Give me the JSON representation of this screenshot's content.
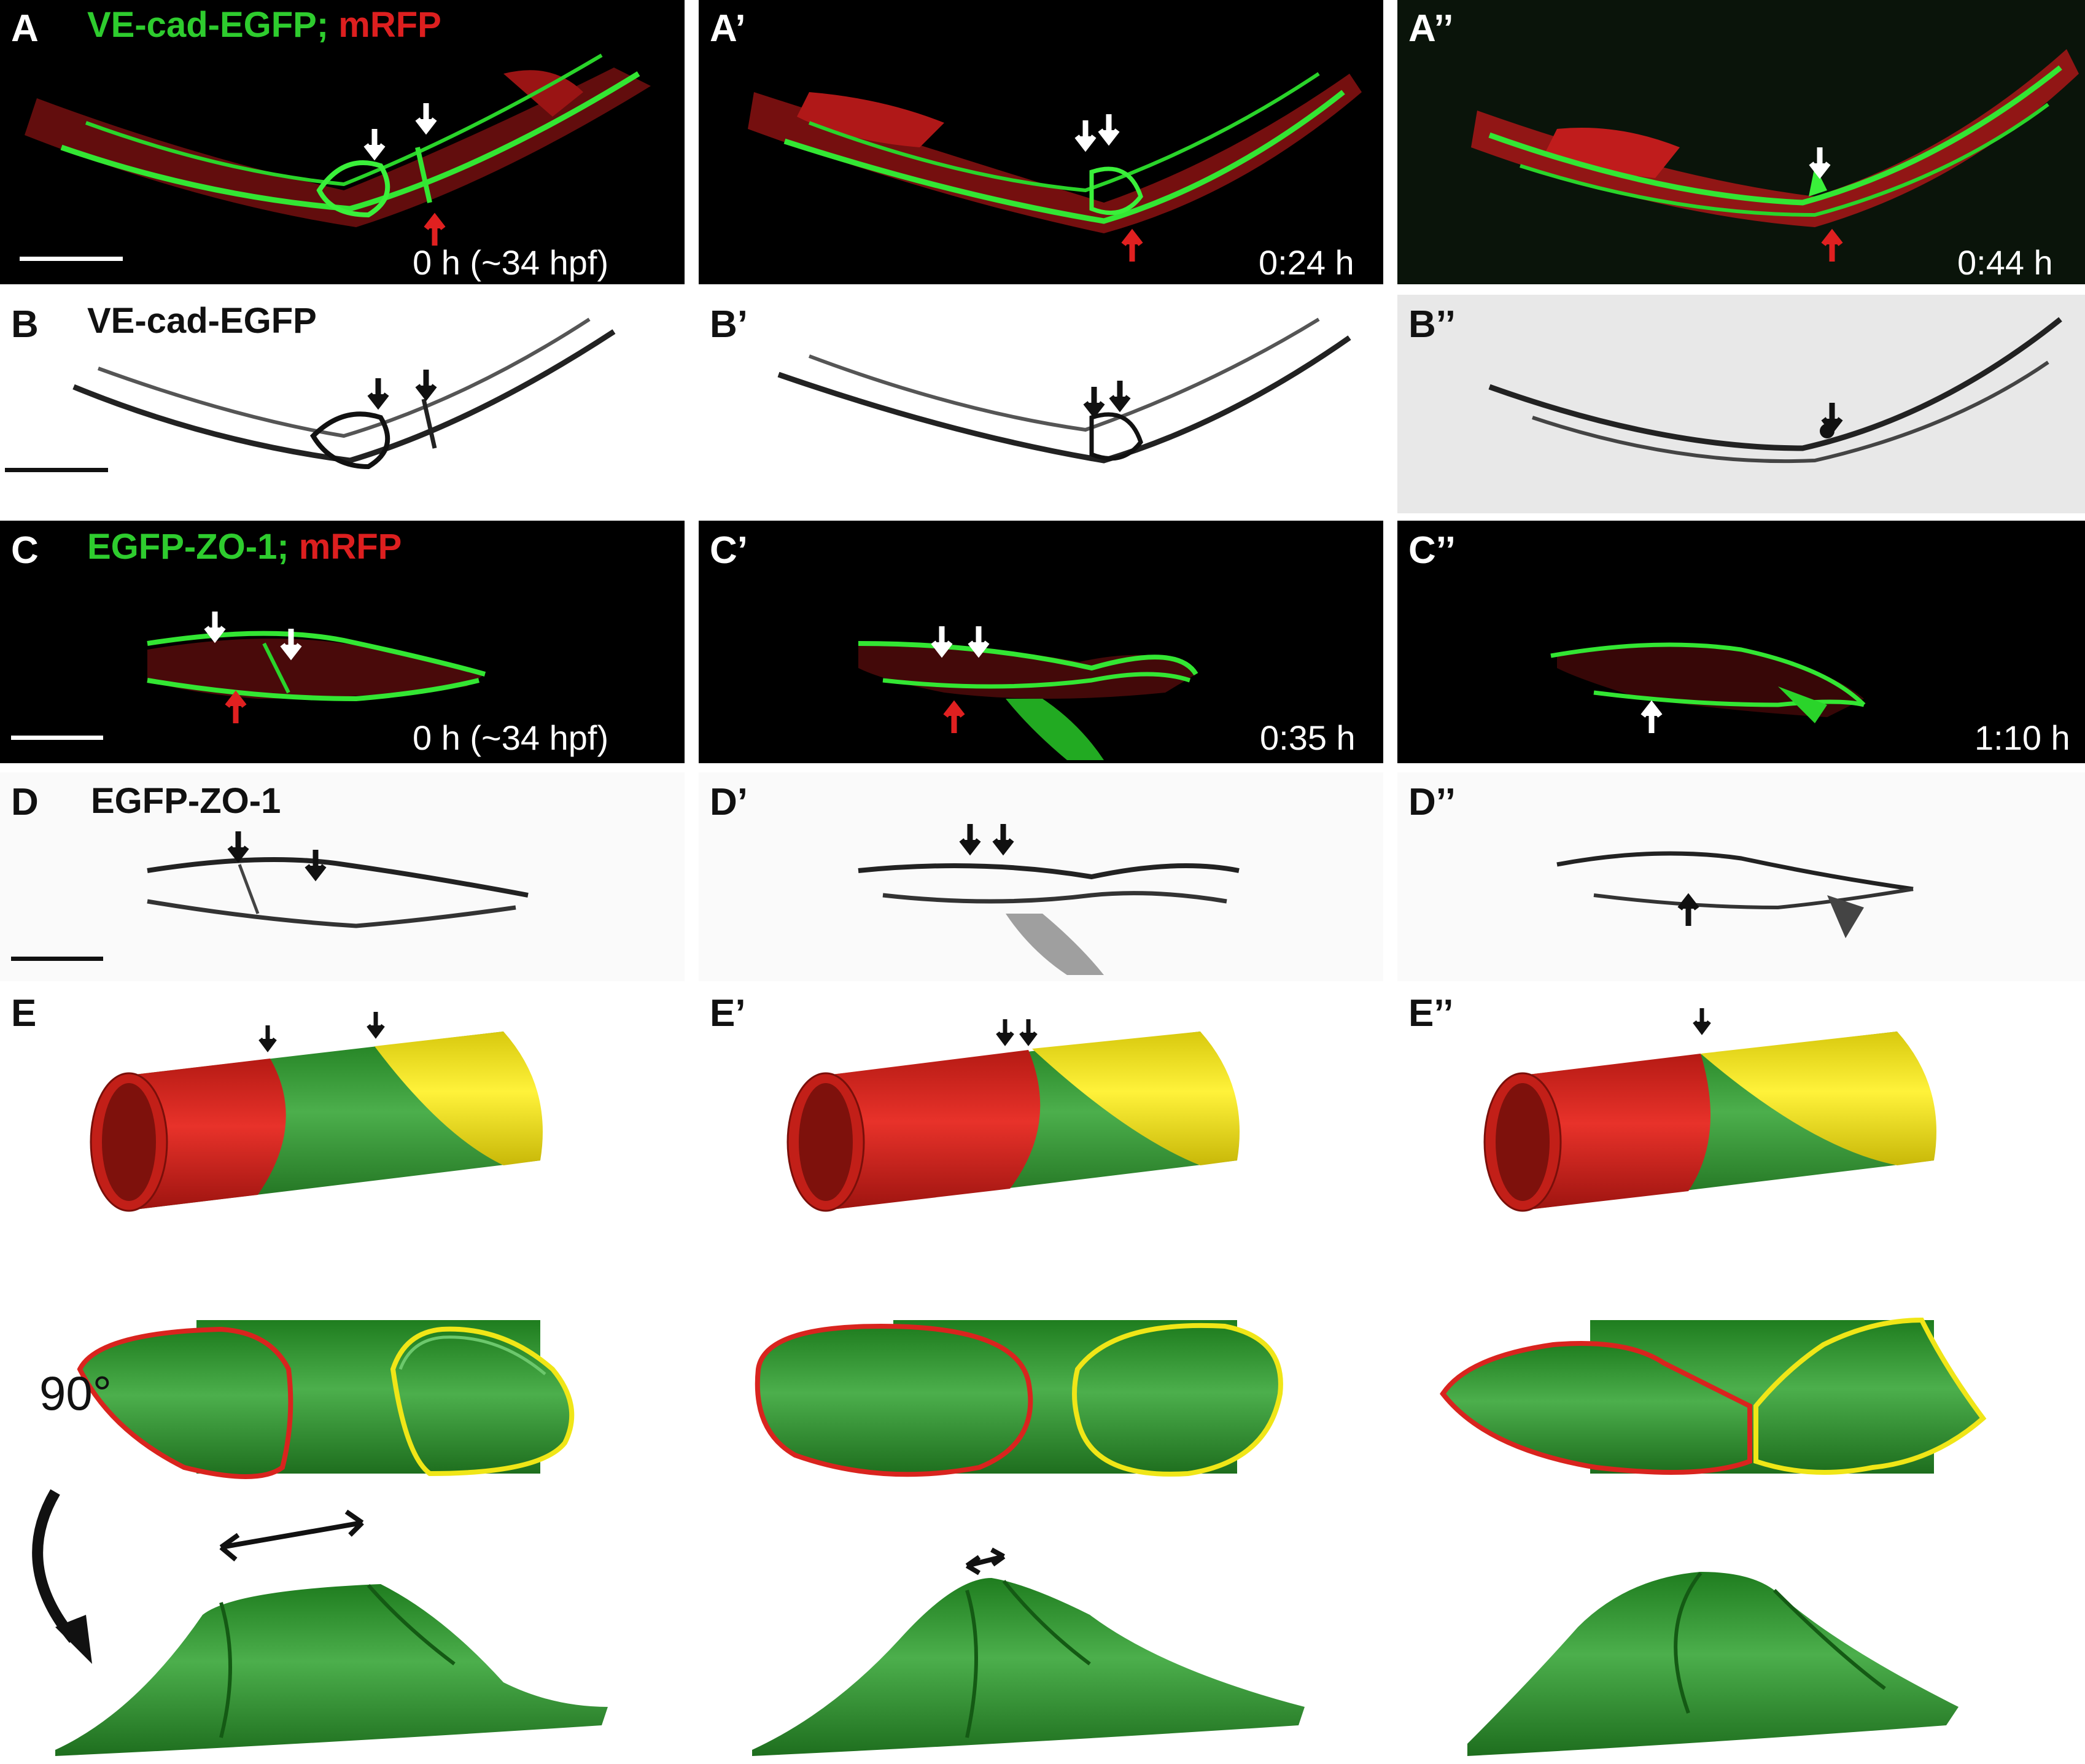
{
  "rows": {
    "A": {
      "labels": [
        "A",
        "A’",
        "A’’"
      ],
      "title_parts": [
        "VE-cad-EGFP; ",
        "mRFP"
      ],
      "times": [
        "0 h (~34 hpf)",
        "0:24 h",
        "0:44 h"
      ]
    },
    "B": {
      "labels": [
        "B",
        "B’",
        "B’’"
      ],
      "title": "VE-cad-EGFP"
    },
    "C": {
      "labels": [
        "C",
        "C’",
        "C’’"
      ],
      "title_parts": [
        "EGFP-ZO-1; ",
        "mRFP"
      ],
      "times": [
        "0 h (~34 hpf)",
        "0:35 h",
        "1:10 h"
      ]
    },
    "D": {
      "labels": [
        "D",
        "D’",
        "D’’"
      ],
      "title": "EGFP-ZO-1"
    },
    "E": {
      "labels": [
        "E",
        "E’",
        "E’’"
      ],
      "rotation": "90°"
    }
  },
  "colors": {
    "red_cell": "#d9241e",
    "green_cell": "#2e9a2e",
    "yellow_cell": "#f0e617",
    "egfp": "#2ee62e",
    "mrfp": "#c81e1e"
  }
}
